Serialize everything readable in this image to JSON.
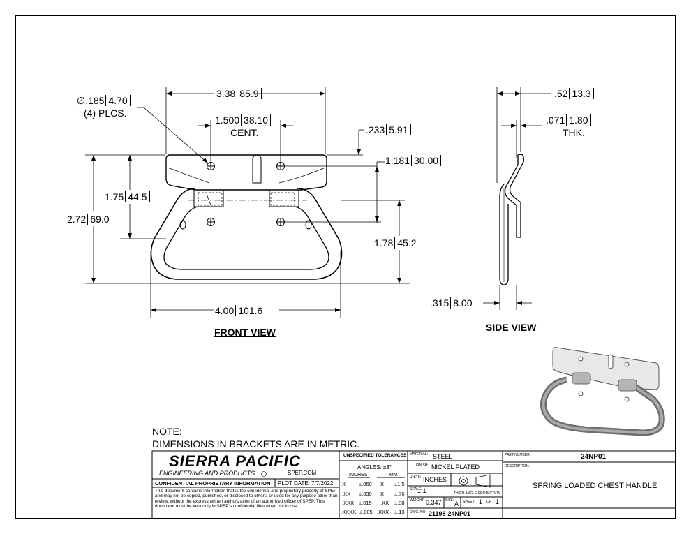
{
  "dimensions": {
    "hole_dia": ".185",
    "hole_dia_mm": "4.70",
    "hole_count": "(4) PLCS.",
    "overall_top_width": "3.38",
    "overall_top_width_mm": "85.9",
    "hole_spacing": "1.500",
    "hole_spacing_mm": "38.10",
    "hole_spacing_note": "CENT.",
    "hole_offset": ".233",
    "hole_offset_mm": "5.91",
    "hole_vertical": "1.181",
    "hole_vertical_mm": "30.00",
    "plate_height": "1.75",
    "plate_height_mm": "44.5",
    "overall_height": "2.72",
    "overall_height_mm": "69.0",
    "lower_height": "1.78",
    "lower_height_mm": "45.2",
    "overall_width": "4.00",
    "overall_width_mm": "101.6",
    "side_depth": ".52",
    "side_depth_mm": "13.3",
    "thickness": ".071",
    "thickness_mm": "1.80",
    "thickness_note": "THK.",
    "rod_dia": ".315",
    "rod_dia_mm": "8.00"
  },
  "views": {
    "front": "FRONT VIEW",
    "side": "SIDE VIEW"
  },
  "note": {
    "heading": "NOTE:",
    "text": "DIMENSIONS IN BRACKETS ARE IN METRIC."
  },
  "title_block": {
    "company": "SIERRA PACIFIC",
    "company_sub": "ENGINEERING AND PRODUCTS",
    "website": "SPEP.COM",
    "confidential_title": "CONFIDENTIAL PROPRIETARY INFORMATION",
    "plot_date_label": "PLOT DATE:",
    "plot_date": "7/7/2022",
    "confidential_text": "This document contains information that is the confidential and proprietary property of SPEP and may not be copied, published, or disclosed to others, or used for any purpose other than review, without the express written authorization of an authorized officer of SPEP. This document must be kept only in SPEP's confidential files when not in use.",
    "tolerances_title": "UNSPECIFIED TOLERANCES",
    "angles": "ANGLES: ±3°",
    "inches_header": "INCHES",
    "mm_header": "MM",
    "tol_rows": [
      {
        "in_fmt": "X",
        "in_val": "±.060",
        "mm_fmt": "X",
        "mm_val": "±1.5"
      },
      {
        "in_fmt": ".XX",
        "in_val": "±.030",
        "mm_fmt": "X",
        "mm_val": "±.76"
      },
      {
        "in_fmt": ".XXX",
        "in_val": "±.015",
        "mm_fmt": ".XX",
        "mm_val": "±.38"
      },
      {
        "in_fmt": ".XXXX",
        "in_val": "±.005",
        "mm_fmt": ".XXX",
        "mm_val": "±.13"
      }
    ],
    "material_label": "MATERIAL:",
    "material": "STEEL",
    "finish_label": "FINISH:",
    "finish": "NICKEL PLATED",
    "units_label": "UNITS:",
    "units": "INCHES",
    "scale_label": "SCALE:",
    "scale": "1:1",
    "projection": "THIRD ANGLE PROJECTION",
    "weight_label": "WEIGHT:",
    "weight": "0.347",
    "size_label": "SIZE:",
    "size": "A",
    "sheet_label": "SHEET",
    "sheet": "1",
    "of_label": "OF",
    "sheet_total": "1",
    "dwg_label": "DWG. NO.",
    "dwg_no": "21198-24NP01",
    "part_label": "PART NUMBER:",
    "part_number": "24NP01",
    "desc_label": "DESCRIPTION:",
    "description": "SPRING LOADED CHEST HANDLE"
  }
}
